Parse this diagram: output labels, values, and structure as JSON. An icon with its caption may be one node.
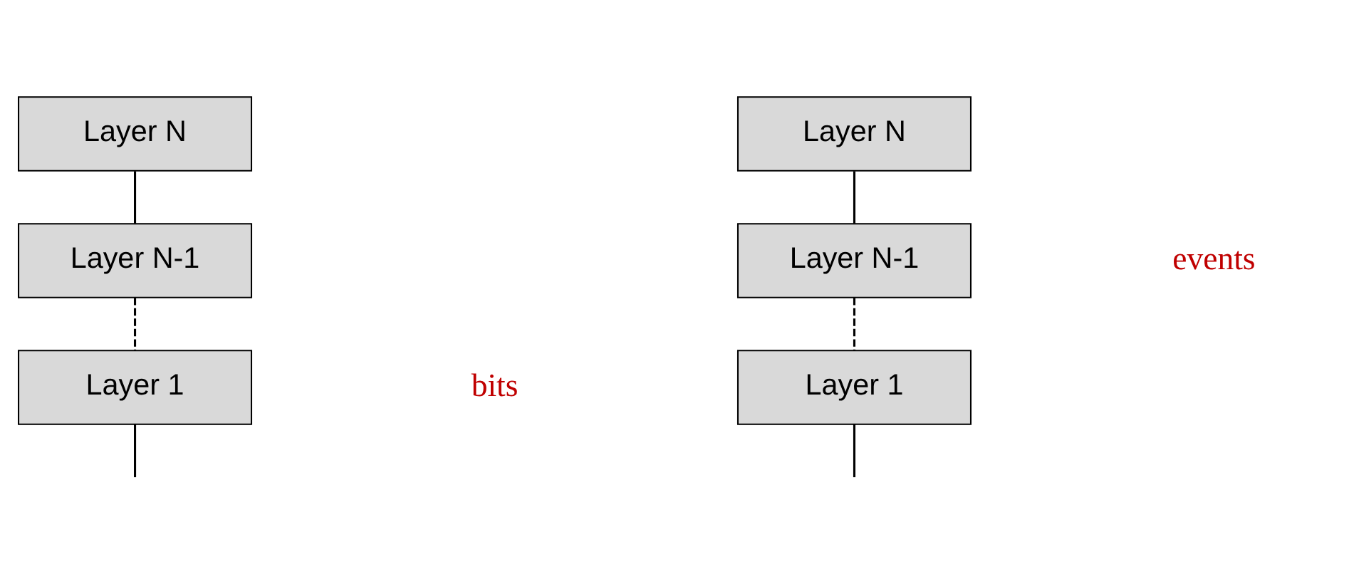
{
  "diagram": {
    "nodes": [
      {
        "text": [
          "Layer N"
        ]
      },
      {
        "text": [
          "Layer N-1"
        ]
      },
      {
        "text": [
          "Layer 1"
        ]
      },
      {
        "text": [
          "Layer N"
        ]
      },
      {
        "text": [
          "Layer N-1"
        ]
      },
      {
        "text": [
          "Layer 1"
        ]
      }
    ],
    "edges": [
      {
        "from": 0,
        "to": 1,
        "arrow": "none"
      },
      {
        "from": 1,
        "to": 2,
        "arrow": "none",
        "style": "dashed"
      },
      {
        "from": 2,
        "to": null,
        "arrow": "none"
      },
      {
        "from": 3,
        "to": 4,
        "arrow": "none"
      },
      {
        "from": 4,
        "to": 5,
        "arrow": "none",
        "style": "dashed"
      },
      {
        "from": 5,
        "to": null,
        "arrow": "none"
      }
    ],
    "labels": [
      "bits",
      "events"
    ]
  }
}
